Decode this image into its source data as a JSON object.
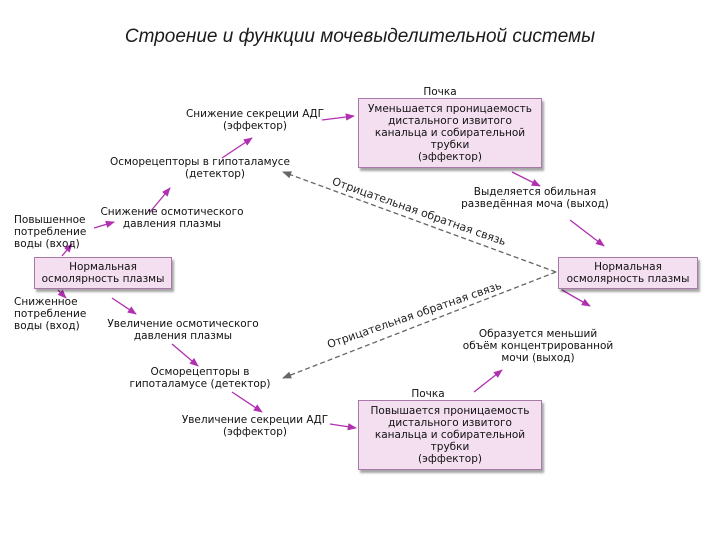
{
  "title": "Строение и функции мочевыделительной системы",
  "colors": {
    "arrow": "#b030b0",
    "box_fill": "#f4dff1",
    "box_border": "#a878a8",
    "dashed": "#666666"
  },
  "top": {
    "kidney_label": "Почка",
    "adh_label": [
      "Снижение секреции АДГ",
      "(эффектор)"
    ],
    "kidney_box": [
      "Уменьшается проницаемость",
      "дистального извитого",
      "канальца и собирательной",
      "трубки",
      "(эффектор)"
    ],
    "osmo_label": [
      "Осморецепторы в гипоталамусе",
      "(детектор)"
    ],
    "increase_water": [
      "Повышенное",
      "потребление",
      "воды (вход)"
    ],
    "decrease_pressure": [
      "Снижение осмотического",
      "давления плазмы"
    ],
    "output": [
      "Выделяется обильная",
      "разведённая моча (выход)"
    ],
    "feedback": "Отрицательная обратная связь"
  },
  "center": {
    "left_box": [
      "Нормальная",
      "осмолярность плазмы"
    ],
    "right_box": [
      "Нормальная",
      "осмолярность плазмы"
    ]
  },
  "bottom": {
    "decrease_water": [
      "Сниженное",
      "потребление",
      "воды (вход)"
    ],
    "increase_pressure": [
      "Увеличение осмотического",
      "давления плазмы"
    ],
    "osmo_label": [
      "Осморецепторы в",
      "гипоталамусе (детектор)"
    ],
    "adh_label": [
      "Увеличение секреции АДГ",
      "(эффектор)"
    ],
    "kidney_label": "Почка",
    "kidney_box": [
      "Повышается проницаемость",
      "дистального извитого",
      "канальца и собирательной",
      "трубки",
      "(эффектор)"
    ],
    "output": [
      "Образуется меньший",
      "объём концентрированной",
      "мочи (выход)"
    ],
    "feedback": "Отрицательная обратная связь"
  }
}
